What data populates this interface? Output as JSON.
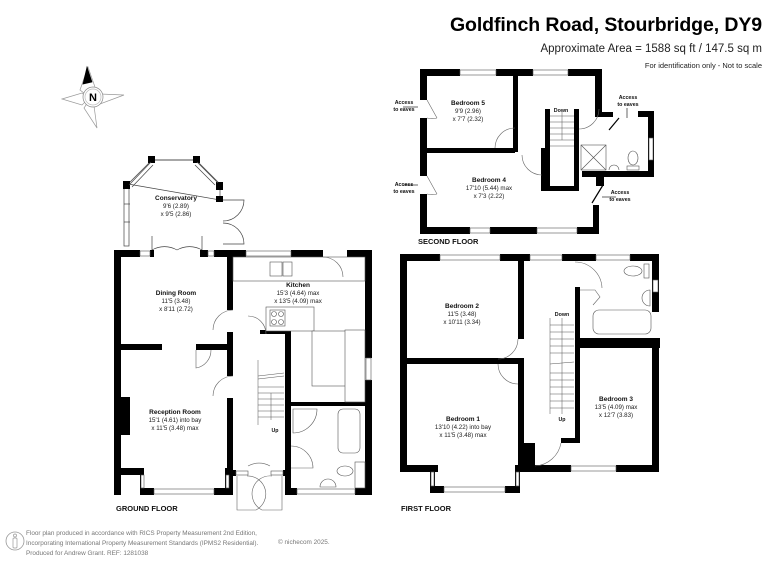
{
  "header": {
    "title": "Goldfinch Road, Stourbridge, DY9",
    "area": "Approximate Area = 1588 sq ft / 147.5 sq m",
    "note": "For identification only - Not to scale"
  },
  "compass": {
    "label": "N"
  },
  "second_floor": {
    "label": "SECOND FLOOR",
    "rooms": [
      {
        "name": "Bedroom 5",
        "dim1": "9'9 (2.96)",
        "dim2": "x 7'7 (2.32)"
      },
      {
        "name": "Bedroom 4",
        "dim1": "17'10 (5.44) max",
        "dim2": "x 7'3 (2.22)"
      }
    ],
    "stairs_label": "Down",
    "eaves": [
      "Access",
      "to eaves"
    ]
  },
  "ground_floor": {
    "label": "GROUND FLOOR",
    "rooms": [
      {
        "name": "Conservatory",
        "dim1": "9'6 (2.89)",
        "dim2": "x 9'5 (2.86)"
      },
      {
        "name": "Dining Room",
        "dim1": "11'5 (3.48)",
        "dim2": "x 8'11 (2.72)"
      },
      {
        "name": "Kitchen",
        "dim1": "15'3 (4.64) max",
        "dim2": "x 13'5 (4.09) max"
      },
      {
        "name": "Reception Room",
        "dim1": "15'1 (4.61) into bay",
        "dim2": "x 11'5 (3.48) max"
      }
    ],
    "stairs_label": "Up"
  },
  "first_floor": {
    "label": "FIRST FLOOR",
    "rooms": [
      {
        "name": "Bedroom 2",
        "dim1": "11'5 (3.48)",
        "dim2": "x 10'11 (3.34)"
      },
      {
        "name": "Bedroom 1",
        "dim1": "13'10 (4.22) into bay",
        "dim2": "x 11'5 (3.48) max"
      },
      {
        "name": "Bedroom 3",
        "dim1": "13'5 (4.09) max",
        "dim2": "x 12'7 (3.83)"
      }
    ],
    "stairs_down": "Down",
    "stairs_up": "Up"
  },
  "footer": {
    "line1": "Floor plan produced in accordance with RICS Property Measurement 2nd Edition,",
    "line2": "Incorporating International Property Measurement Standards (IPMS2 Residential).",
    "line3": "Produced for Andrew Grant.   REF:  1281038",
    "copyright": "© nichecom 2025."
  }
}
